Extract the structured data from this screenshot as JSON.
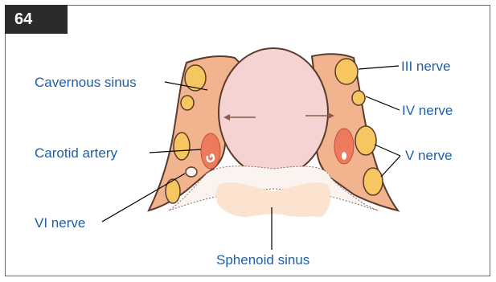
{
  "figure": {
    "number": "64"
  },
  "labels": {
    "cavernous_sinus": "Cavernous sinus",
    "carotid_artery": "Carotid artery",
    "vi_nerve": "VI nerve",
    "iii_nerve": "III nerve",
    "iv_nerve": "IV nerve",
    "v_nerve": "V nerve",
    "sphenoid_sinus": "Sphenoid sinus"
  },
  "colors": {
    "label_text": "#1e5fa8",
    "sinus_fill": "#f2b48e",
    "pituitary_fill": "#f6d3d3",
    "nerve_fill": "#f6c760",
    "artery_fill": "#ee7a5e",
    "outline": "#5a3a2a"
  }
}
